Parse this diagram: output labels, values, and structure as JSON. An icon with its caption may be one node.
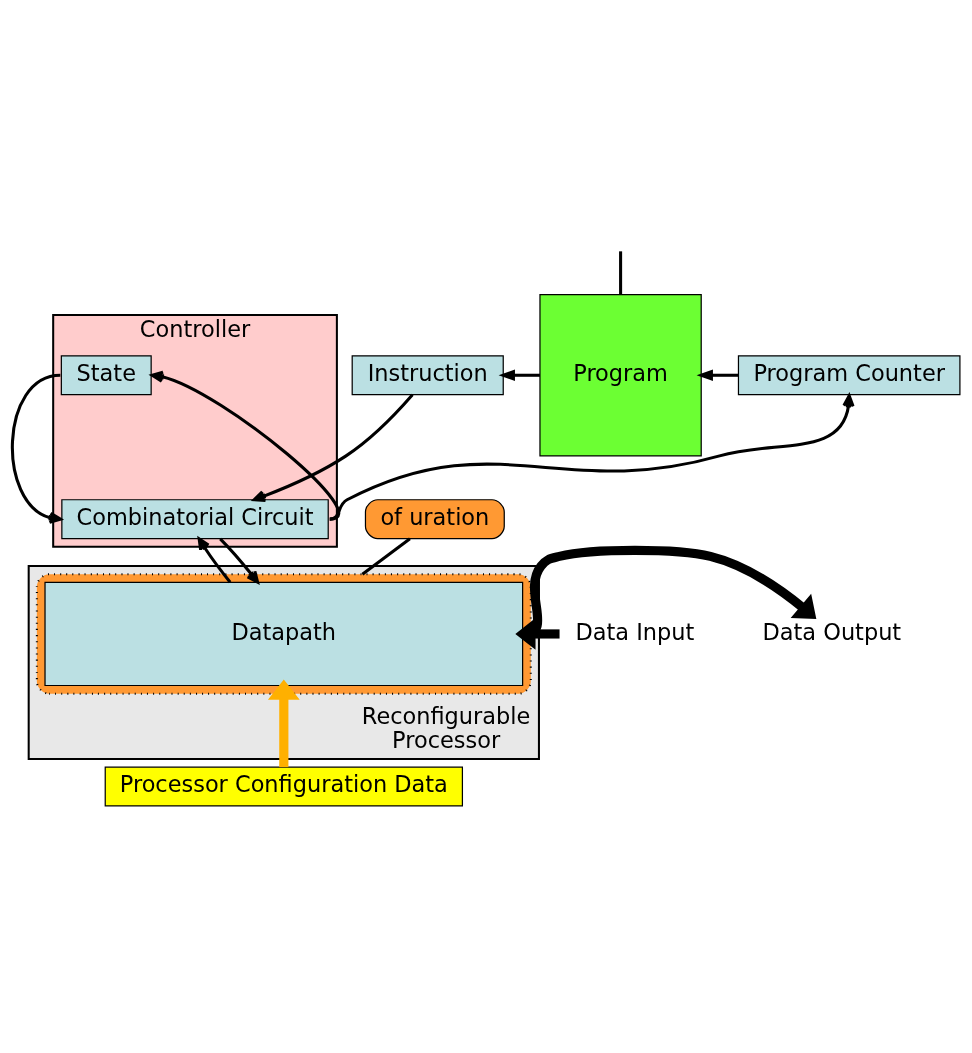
{
  "diagram": {
    "nodes": [
      {
        "text": [
          "Instruction"
        ]
      },
      {
        "text": [
          "Program"
        ]
      },
      {
        "text": [
          "Program Counter"
        ]
      },
      {
        "text": [
          "Controller"
        ]
      },
      {
        "text": [
          "State"
        ],
        "in": 3
      },
      {
        "text": [
          "Combinatorial Circuit"
        ],
        "in": 3
      },
      {
        "text": [
          "Reconfigurable Processor"
        ]
      },
      {
        "text": [],
        "shape": "box",
        "in": 6
      },
      {
        "text": [
          "Datapath"
        ],
        "in": 7
      },
      {
        "text": [
          "of uration"
        ]
      },
      {
        "text": [
          "Data Input"
        ]
      },
      {
        "text": [
          "Data Output"
        ]
      },
      {
        "text": [
          "Processor Configuration Data"
        ]
      }
    ],
    "edges": [
      {
        "from": null,
        "to": 1,
        "arrow": "none"
      },
      {
        "from": 1,
        "to": 0,
        "arrow": "to"
      },
      {
        "from": 2,
        "to": 1,
        "arrow": "to"
      },
      {
        "from": 0,
        "to": 5,
        "arrow": "to"
      },
      {
        "from": 5,
        "to": 4,
        "arrow": "to"
      },
      {
        "from": 4,
        "to": 5,
        "arrow": "to"
      },
      {
        "from": 5,
        "to": 2,
        "arrow": "to"
      },
      {
        "from": 5,
        "to": 8,
        "arrow": "to"
      },
      {
        "from": 8,
        "to": 5,
        "arrow": "to"
      },
      {
        "from": 10,
        "to": 8,
        "arrow": "to",
        "style": "thick"
      },
      {
        "from": 8,
        "to": 11,
        "arrow": "to",
        "style": "thick"
      },
      {
        "from": 12,
        "to": 8,
        "arrow": "to",
        "style": "thick",
        "color": "#ffb000"
      },
      {
        "from": 9,
        "to": 7,
        "arrow": "none"
      }
    ]
  }
}
